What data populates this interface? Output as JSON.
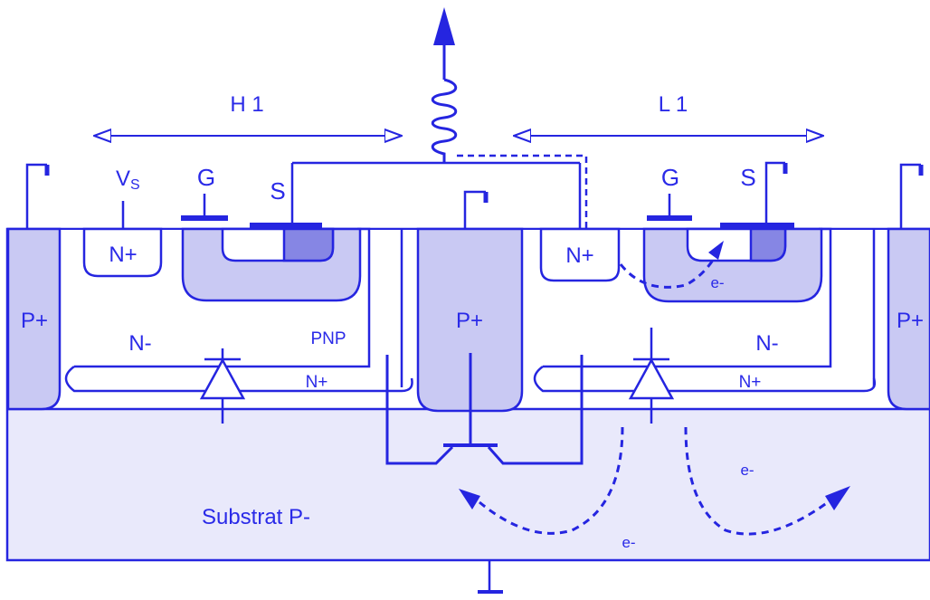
{
  "colors": {
    "stroke": "#2525e0",
    "text": "#2a2ae8",
    "substrate": "#e9e9fb",
    "well_light": "#c9c9f3",
    "region_mid": "#b3b3ee",
    "region_dark": "#8686e4",
    "white": "#ffffff"
  },
  "labels": {
    "h1": "H 1",
    "l1": "L 1",
    "vs_main": "V",
    "vs_sub": "S",
    "gate_left": "G",
    "source_left": "S",
    "gate_right": "G",
    "source_right": "S",
    "nplus_left": "N+",
    "nplus_right": "N+",
    "pplus_left": "P+",
    "pplus_center": "P+",
    "pplus_right": "P+",
    "nminus_left": "N-",
    "nminus_right": "N-",
    "pnp": "PNP",
    "nplus_buried_left": "N+",
    "nplus_buried_right": "N+",
    "substrate": "Substrat P-",
    "e_top": "e-",
    "e_bottom": "e-",
    "e_right": "e-"
  },
  "icons": [
    "ground-icon",
    "diode-icon",
    "transistor-icon",
    "inductor-icon",
    "arrow-up-icon"
  ]
}
